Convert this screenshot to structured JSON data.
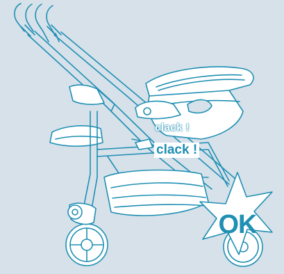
{
  "figure": {
    "label_clack_small": "clack !",
    "label_clack_large": "clack !",
    "badge_ok": "OK"
  },
  "colors": {
    "background": "#d6e1ea",
    "line": "#1f8fb3",
    "highlight": "#ffffff"
  }
}
